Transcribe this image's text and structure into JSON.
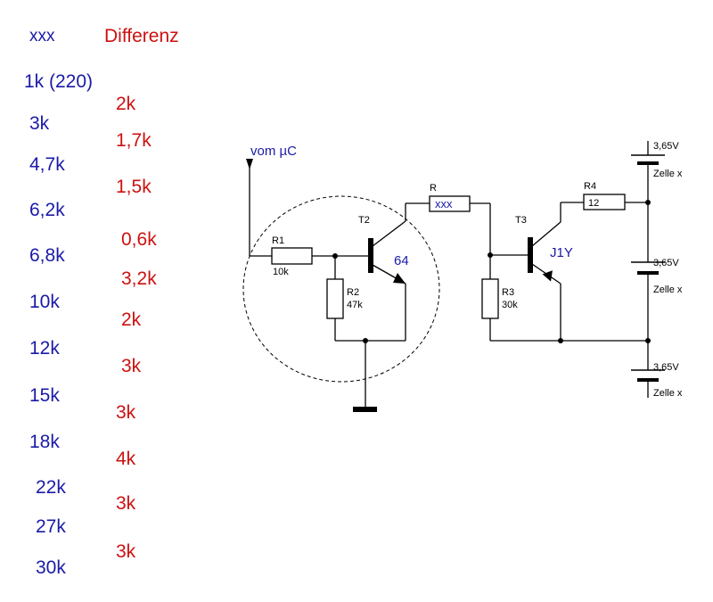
{
  "colors": {
    "blue": "#1a1aa8",
    "red": "#cc1111",
    "wire": "#000000"
  },
  "table": {
    "header_value": "xxx",
    "header_diff": "Differenz",
    "values": [
      "1k (220)",
      "3k",
      "4,7k",
      "6,2k",
      "6,8k",
      "10k",
      "12k",
      "15k",
      "18k",
      "22k",
      "27k",
      "30k"
    ],
    "diffs": [
      "2k",
      "1,7k",
      "1,5k",
      "0,6k",
      "3,2k",
      "2k",
      "3k",
      "3k",
      "4k",
      "3k",
      "3k"
    ]
  },
  "circuit": {
    "input_label": "vom µC",
    "r1": {
      "name": "R1",
      "value": "10k"
    },
    "r2": {
      "name": "R2",
      "value": "47k"
    },
    "r": {
      "name": "R",
      "value": "xxx"
    },
    "r3": {
      "name": "R3",
      "value": "30k"
    },
    "r4": {
      "name": "R4",
      "value": "12"
    },
    "t2": {
      "name": "T2",
      "marking": "64"
    },
    "t3": {
      "name": "T3",
      "marking": "J1Y"
    },
    "cells": [
      {
        "voltage": "3,65V",
        "label": "Zelle x"
      },
      {
        "voltage": "3,65V",
        "label": "Zelle x"
      },
      {
        "voltage": "3,65V",
        "label": "Zelle x"
      }
    ]
  }
}
